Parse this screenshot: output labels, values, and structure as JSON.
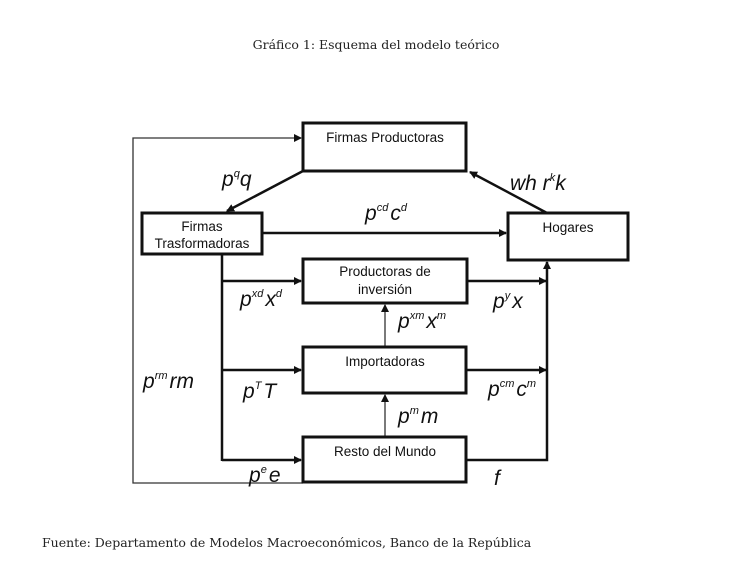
{
  "title": "Gráfico 1: Esquema del modelo teórico",
  "footer": "Fuente: Departamento de Modelos Macroeconómicos, Banco de la República",
  "boxes": {
    "firmas_productoras": "Firmas Productoras",
    "firmas_trasformadoras_1": "Firmas",
    "firmas_trasformadoras_2": "Trasformadoras",
    "hogares": "Hogares",
    "productoras_inversion_1": "Productoras de",
    "productoras_inversion_2": "inversión",
    "importadoras": "Importadoras",
    "resto_mundo": "Resto del Mundo"
  },
  "flows": {
    "pq": {
      "b1": "p",
      "s1": "q",
      "b2": "q"
    },
    "whrk": {
      "b1": "wh r",
      "s1": "k",
      "b2": "k"
    },
    "pcd": {
      "b1": "p",
      "s1": "cd",
      "b2": "c",
      "s2": "d"
    },
    "pxd": {
      "b1": "p",
      "s1": "xd",
      "b2": "x",
      "s2": "d"
    },
    "py": {
      "b1": "p",
      "s1": "y",
      "b2": "x"
    },
    "pxm": {
      "b1": "p",
      "s1": "xm",
      "b2": "x",
      "s2": "m"
    },
    "prm": {
      "b1": "p",
      "s1": "rm",
      "b2": "rm"
    },
    "pT": {
      "b1": "p",
      "s1": "T",
      "b2": "T"
    },
    "pcm": {
      "b1": "p",
      "s1": "cm",
      "b2": "c",
      "s2": "m"
    },
    "pm": {
      "b1": "p",
      "s1": "m",
      "b2": "m"
    },
    "pe": {
      "b1": "p",
      "s1": "e",
      "b2": "e"
    },
    "f": {
      "b1": "f"
    }
  }
}
